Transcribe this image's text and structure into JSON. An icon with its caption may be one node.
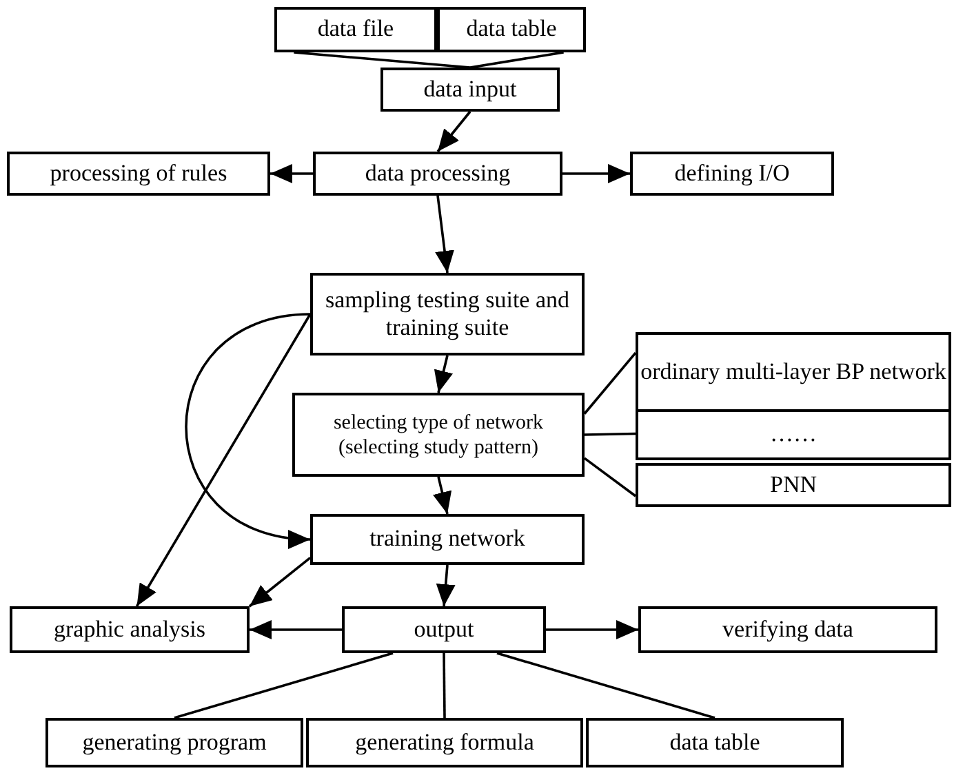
{
  "diagram": {
    "nodes": [
      {
        "text": [
          "data file"
        ]
      },
      {
        "text": [
          "data table"
        ]
      },
      {
        "text": [
          "data input"
        ]
      },
      {
        "text": [
          "processing of rules"
        ]
      },
      {
        "text": [
          "data processing"
        ]
      },
      {
        "text": [
          "defining I/O"
        ]
      },
      {
        "text": [
          "sampling testing suite and training suite"
        ]
      },
      {
        "text": [
          "selecting type of network (selecting study pattern)"
        ]
      },
      {
        "text": [
          "ordinary multi-layer BP network"
        ]
      },
      {
        "text": [
          "……"
        ]
      },
      {
        "text": [
          "PNN"
        ]
      },
      {
        "text": [
          "training network"
        ]
      },
      {
        "text": [
          "graphic analysis"
        ]
      },
      {
        "text": [
          "output"
        ]
      },
      {
        "text": [
          "verifying data"
        ]
      },
      {
        "text": [
          "generating program"
        ]
      },
      {
        "text": [
          "generating formula"
        ]
      },
      {
        "text": [
          "data table"
        ]
      }
    ],
    "edges": [
      {
        "from": 0,
        "to": 2,
        "arrow": "none"
      },
      {
        "from": 1,
        "to": 2,
        "arrow": "none"
      },
      {
        "from": 2,
        "to": 4,
        "arrow": "to"
      },
      {
        "from": 4,
        "to": 3,
        "arrow": "to"
      },
      {
        "from": 4,
        "to": 5,
        "arrow": "to"
      },
      {
        "from": 4,
        "to": 6,
        "arrow": "to"
      },
      {
        "from": 6,
        "to": 7,
        "arrow": "to"
      },
      {
        "from": 6,
        "to": 11,
        "arrow": "to"
      },
      {
        "from": 6,
        "to": 12,
        "arrow": "to"
      },
      {
        "from": 7,
        "to": 8,
        "arrow": "none"
      },
      {
        "from": 7,
        "to": 9,
        "arrow": "none"
      },
      {
        "from": 7,
        "to": 10,
        "arrow": "none"
      },
      {
        "from": 7,
        "to": 11,
        "arrow": "to"
      },
      {
        "from": 11,
        "to": 12,
        "arrow": "to"
      },
      {
        "from": 11,
        "to": 13,
        "arrow": "to"
      },
      {
        "from": 13,
        "to": 12,
        "arrow": "to"
      },
      {
        "from": 13,
        "to": 14,
        "arrow": "to"
      },
      {
        "from": 13,
        "to": 15,
        "arrow": "none"
      },
      {
        "from": 13,
        "to": 16,
        "arrow": "none"
      },
      {
        "from": 13,
        "to": 17,
        "arrow": "none"
      }
    ]
  }
}
